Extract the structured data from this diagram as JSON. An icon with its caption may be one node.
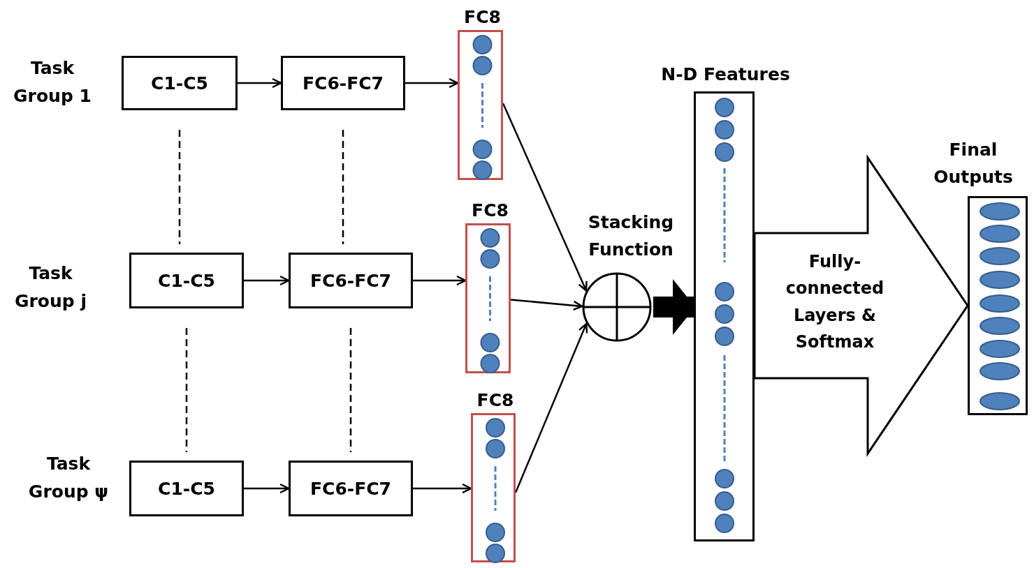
{
  "diagram": {
    "nodes": [
      {
        "text": [
          "C1-C5"
        ]
      },
      {
        "text": [
          "FC6-FC7"
        ]
      },
      {
        "text": [
          "FC8"
        ]
      },
      {
        "text": [
          "C1-C5"
        ]
      },
      {
        "text": [
          "FC6-FC7"
        ]
      },
      {
        "text": [
          "FC8"
        ]
      },
      {
        "text": [
          "C1-C5"
        ]
      },
      {
        "text": [
          "FC6-FC7"
        ]
      },
      {
        "text": [
          "FC8"
        ]
      },
      {
        "text": [
          "Stacking Function"
        ]
      },
      {
        "text": [
          "N-D Features"
        ]
      },
      {
        "text": [
          "Final Outputs"
        ]
      }
    ],
    "edges": [
      {
        "from": 0,
        "to": 1,
        "arrow": "to"
      },
      {
        "from": 1,
        "to": 2,
        "arrow": "to"
      },
      {
        "from": 3,
        "to": 4,
        "arrow": "to"
      },
      {
        "from": 4,
        "to": 5,
        "arrow": "to"
      },
      {
        "from": 6,
        "to": 7,
        "arrow": "to"
      },
      {
        "from": 7,
        "to": 8,
        "arrow": "to"
      },
      {
        "from": 0,
        "to": 3,
        "arrow": "none",
        "style": "dashed"
      },
      {
        "from": 3,
        "to": 6,
        "arrow": "none",
        "style": "dashed"
      },
      {
        "from": 1,
        "to": 4,
        "arrow": "none",
        "style": "dashed"
      },
      {
        "from": 4,
        "to": 7,
        "arrow": "none",
        "style": "dashed"
      },
      {
        "from": 2,
        "to": 9,
        "arrow": "to"
      },
      {
        "from": 5,
        "to": 9,
        "arrow": "to"
      },
      {
        "from": 8,
        "to": 9,
        "arrow": "to"
      },
      {
        "from": 9,
        "to": 10,
        "arrow": "to",
        "style": "thick"
      },
      {
        "from": 10,
        "to": 11,
        "arrow": "to",
        "style": "thick",
        "label": "Fully-connected Layers & Softmax"
      }
    ],
    "labels": [
      "Task Group 1",
      "Task Group j",
      "Task Group ψ"
    ]
  }
}
